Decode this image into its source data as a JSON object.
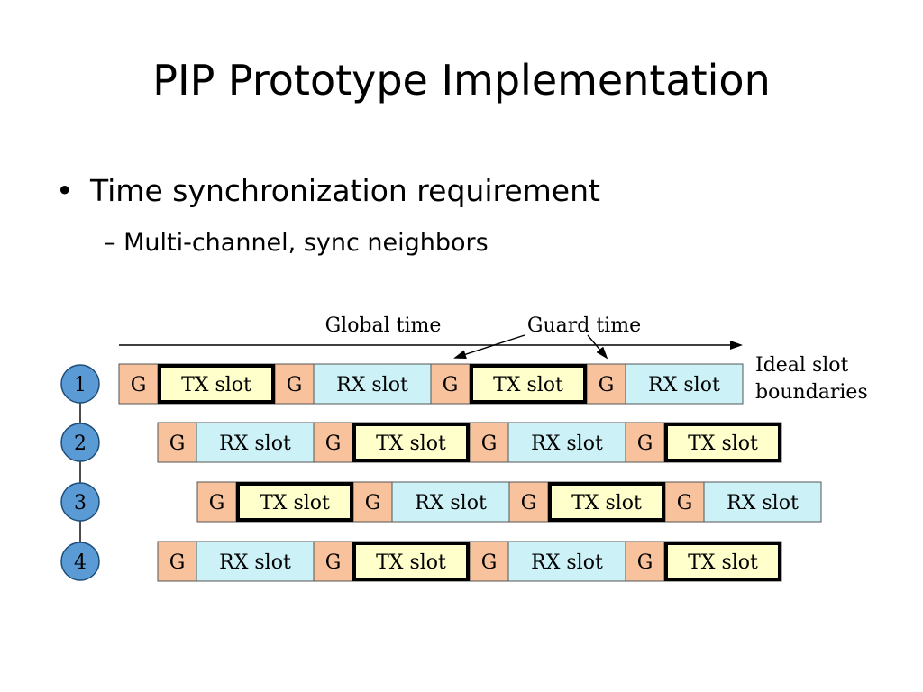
{
  "slide": {
    "title": "PIP Prototype Implementation",
    "bullet": "Time synchronization requirement",
    "bullet_marker": "•",
    "sub_marker": "–",
    "sub_bullet": "Multi-channel, sync neighbors"
  },
  "diagram": {
    "labels": {
      "global_time": "Global time",
      "guard_time": "Guard time",
      "ideal_line1": "Ideal slot",
      "ideal_line2": "boundaries"
    },
    "colors": {
      "guard": "#F7C29C",
      "tx": "#FFFFCC",
      "rx": "#CCF2F8",
      "node": "#5B9BD5"
    },
    "nodes": [
      {
        "id": "1",
        "slots": [
          "G",
          "TX slot",
          "G",
          "RX slot",
          "G",
          "TX slot",
          "G",
          "RX slot"
        ]
      },
      {
        "id": "2",
        "slots": [
          "G",
          "RX slot",
          "G",
          "TX slot",
          "G",
          "RX slot",
          "G",
          "TX slot"
        ]
      },
      {
        "id": "3",
        "slots": [
          "G",
          "TX slot",
          "G",
          "RX slot",
          "G",
          "TX slot",
          "G",
          "RX slot"
        ]
      },
      {
        "id": "4",
        "slots": [
          "G",
          "RX slot",
          "G",
          "TX slot",
          "G",
          "RX slot",
          "G",
          "TX slot"
        ]
      }
    ]
  }
}
